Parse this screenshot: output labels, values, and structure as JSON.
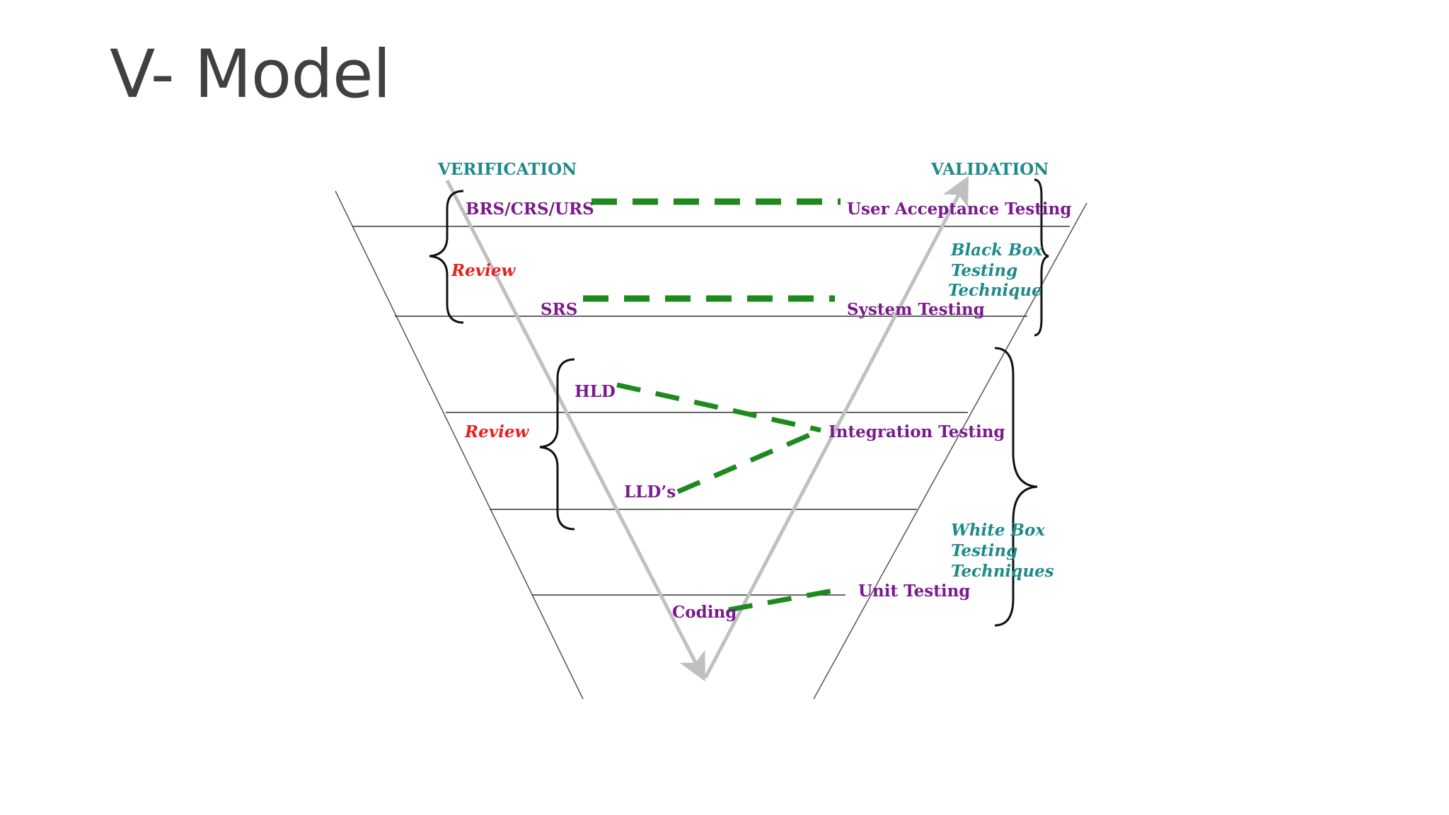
{
  "slide": {
    "title": "V- Model"
  },
  "diagram": {
    "headers": {
      "verification": "VERIFICATION",
      "validation": "VALIDATION"
    },
    "left_phases": {
      "requirements": "BRS/CRS/URS",
      "srs": "SRS",
      "hld": "HLD",
      "lld": "LLD’s",
      "coding": "Coding"
    },
    "right_phases": {
      "uat": "User Acceptance Testing",
      "system": "System Testing",
      "integration": "Integration Testing",
      "unit": "Unit Testing"
    },
    "review_labels": [
      "Review",
      "Review"
    ],
    "techniques": {
      "black_box": [
        "Black Box",
        "Testing",
        "Technique"
      ],
      "white_box": [
        "White Box",
        "Testing",
        "Techniques"
      ]
    },
    "colors": {
      "header": "#1f8a8a",
      "phase": "#7a1a8c",
      "review": "#e8201f",
      "technique": "#1f8a8a",
      "mapping_dash": "#1e8a1e",
      "flow_arrow": "#c0c0c0",
      "outline": "#333333"
    }
  }
}
